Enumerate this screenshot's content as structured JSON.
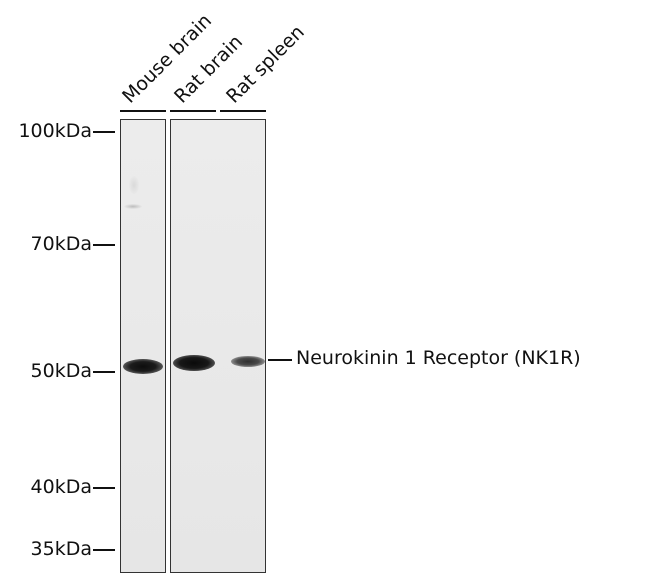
{
  "lanes": [
    "Mouse brain",
    "Rat brain",
    "Rat spleen"
  ],
  "markers": [
    "100kDa",
    "70kDa",
    "50kDa",
    "40kDa",
    "35kDa"
  ],
  "target": "Neurokinin 1 Receptor (NK1R)",
  "band_intensity": {
    "mouse_brain": "strong",
    "rat_brain": "strong",
    "rat_spleen": "weak"
  }
}
